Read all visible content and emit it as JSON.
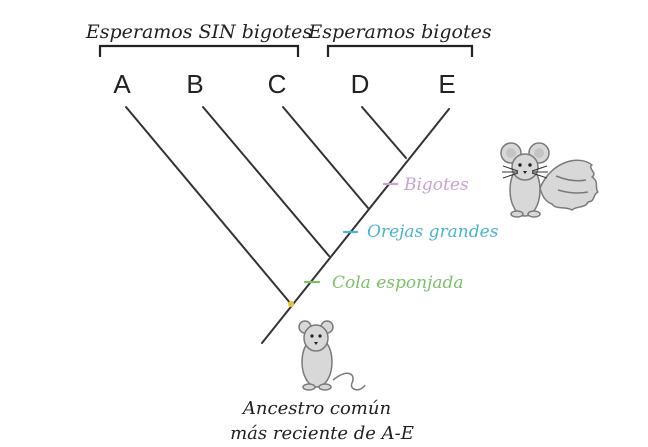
{
  "brackets": {
    "no_whiskers_label": "Esperamos SIN bigotes",
    "whiskers_label": "Esperamos bigotes"
  },
  "taxa": [
    "A",
    "B",
    "C",
    "D",
    "E"
  ],
  "traits": [
    {
      "label": "Bigotes",
      "color": "#c8a2d6"
    },
    {
      "label": "Orejas grandes",
      "color": "#4bb3d1"
    },
    {
      "label": "Cola esponjada",
      "color": "#7cc06a"
    }
  ],
  "ancestor": {
    "line1": "Ancestro común",
    "line2": "más reciente de A-E",
    "node_color": "#e8c52e"
  },
  "colors": {
    "line": "#333333",
    "animal_fill": "#d8d8d8",
    "animal_stroke": "#7a7a7a"
  }
}
